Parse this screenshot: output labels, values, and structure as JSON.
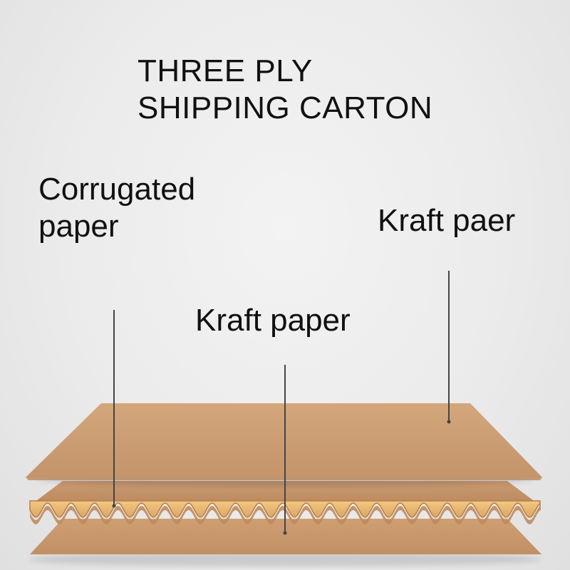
{
  "title": {
    "line1": "THREE PLY",
    "line2": "SHIPPING CARTON"
  },
  "labels": {
    "corrugated": {
      "line1": "Corrugated",
      "line2": "paper"
    },
    "kraft_center": "Kraft paper",
    "kraft_right": "Kraft paer"
  },
  "colors": {
    "kraft": "#c99a71",
    "kraft_shadow": "#b98a61",
    "flute_light": "#efc07a",
    "flute_dark": "#b67d4a",
    "pointer": "#444444",
    "text": "#111111"
  }
}
